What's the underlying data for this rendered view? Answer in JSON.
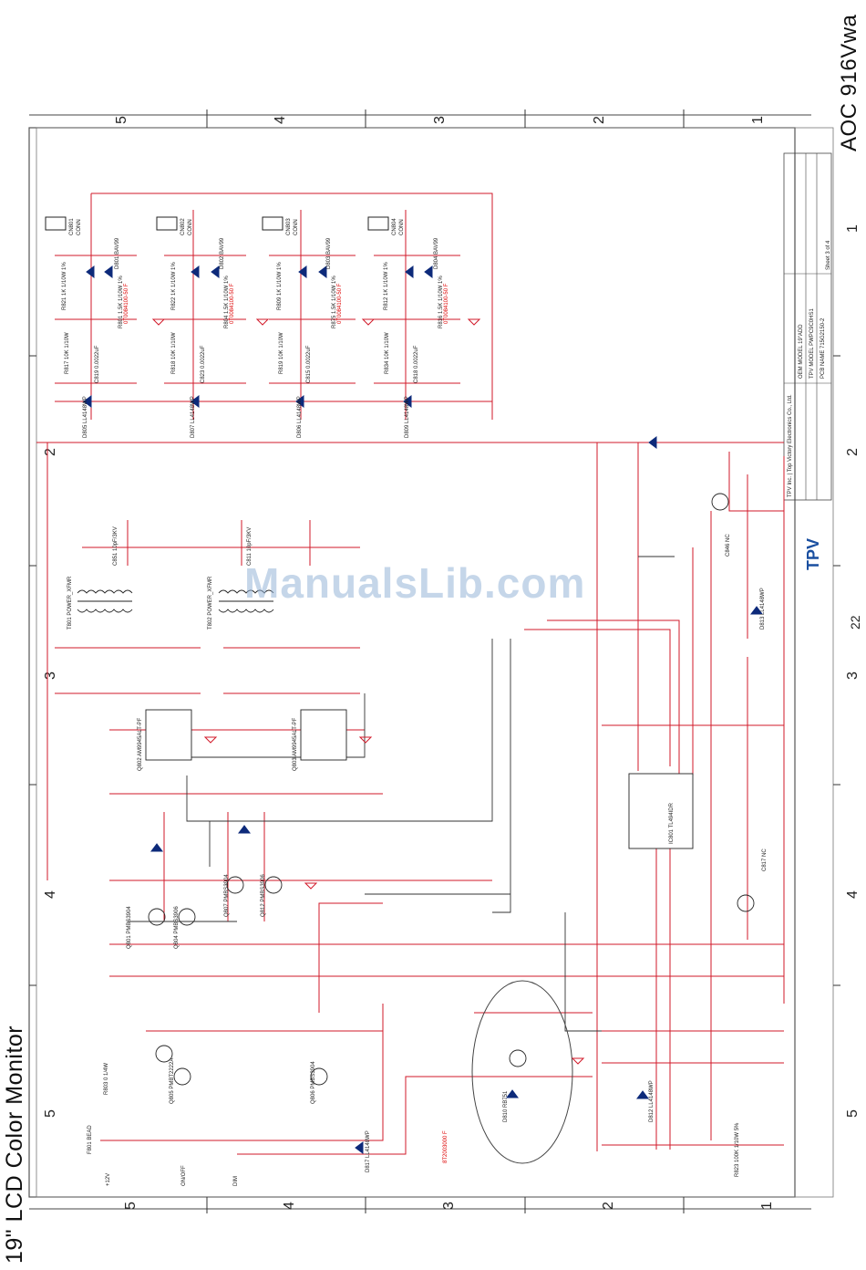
{
  "document": {
    "left_title": "19\" LCD Color Monitor",
    "right_title": "AOC 916Vwa",
    "watermark": "ManualsLib.com",
    "page_number": "22"
  },
  "grid": {
    "top": [
      "5",
      "4",
      "3",
      "2",
      "1"
    ],
    "bottom": [
      "5",
      "4",
      "3",
      "2",
      "1"
    ],
    "left": [
      "2",
      "3",
      "4",
      "5"
    ],
    "right": [
      "1",
      "2",
      "3",
      "4",
      "5"
    ]
  },
  "title_block": {
    "logo": "TPV",
    "rows": [
      "TPV Inc. | Top Victory Electronics Co., Ltd.",
      "OEM MODEL  19\"ADD",
      "TPV MODEL  PWPC9C0HS1",
      "PCB NAME  715G2150-2",
      "Sheet  3  of  4"
    ]
  },
  "connectors": [
    {
      "ref": "CN801",
      "type": "CONN"
    },
    {
      "ref": "CN802",
      "type": "CONN"
    },
    {
      "ref": "CN803",
      "type": "CONN"
    },
    {
      "ref": "CN804",
      "type": "CONN"
    }
  ],
  "components": {
    "top_row": [
      "R821 1K 1/10W 1%",
      "D801 BAV99",
      "R801 1.5K 1/10W 1%",
      "R817 10K 1/10W",
      "C819 0.0022uF",
      "D805 LL4148WP"
    ],
    "top_row_2": [
      "R822 1K 1/10W 1%",
      "D802 BAV99",
      "R804 1.5K 1/10W 1%",
      "R818 10K 1/10W",
      "C823 0.0022uF",
      "D807 LL4148WP"
    ],
    "top_row_3": [
      "R809 1K 1/10W 1%",
      "D803 BAV99",
      "R875 1.5K 1/10W 1%",
      "R819 10K 1/10W",
      "C815 0.0022uF",
      "D806 LL4148WP"
    ],
    "top_row_4": [
      "R812 1K 1/10W 1%",
      "D804 BAV99",
      "R816 1.5K 1/10W 1%",
      "R834 10K 1/10W",
      "C818 0.0022uF",
      "D809 LL4148WP"
    ],
    "transformers": [
      "T801 POWER_XFMR",
      "T802 POWER_XFMR"
    ],
    "caps_hv": [
      "C851 10pF/3KV",
      "C811 10pF/3KV"
    ],
    "drivers": [
      "Q802 AM9945ALT-PF",
      "Q803 AM9945ALT-PF"
    ],
    "controller": [
      "IC801 TL494IDR"
    ],
    "transistors": [
      "Q801 PMBS3904",
      "Q804 PMBS3906",
      "Q807 PMBS3904",
      "Q812 PMBS3906",
      "Q805 PMBT2222A",
      "Q806 PMBS3904"
    ],
    "bottom_labels": [
      "+12V",
      "ON/OFF",
      "DIM"
    ],
    "misc": [
      "F801 BEAD",
      "R803 0 1/4W",
      "D817 LL4148WP",
      "D813 LL4148WP",
      "D812 LL4148WP",
      "R823 100K 1/10W 5%",
      "C846 NC",
      "C817 NC",
      "D810 RB751"
    ],
    "red_notes": [
      "0T0084100-50 F",
      "0T0084100-50 F",
      "0T0084100-50 F",
      "0T0084100-50 F",
      "8T2003000 F"
    ]
  }
}
